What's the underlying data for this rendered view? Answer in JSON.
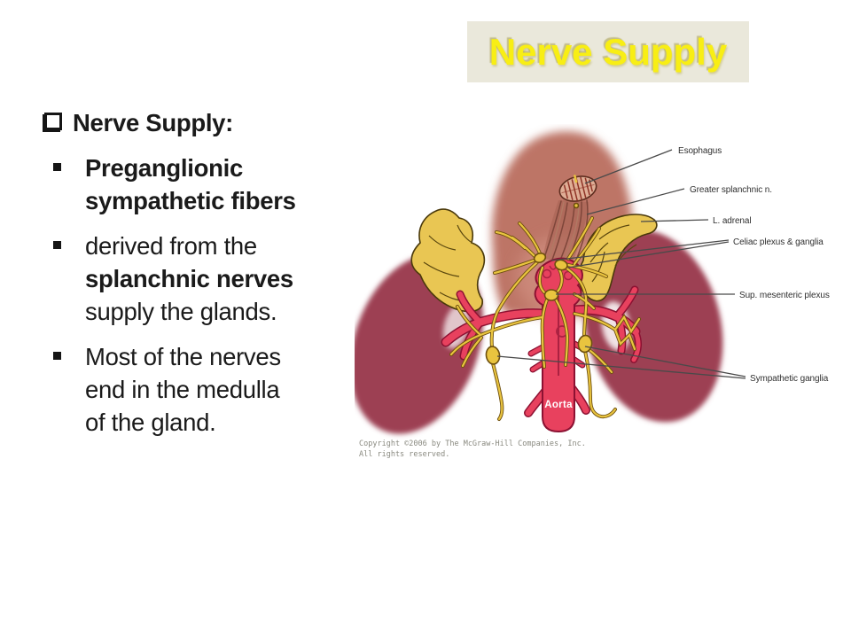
{
  "title": {
    "text": "Nerve Supply"
  },
  "bullets": {
    "item1": "Nerve Supply:",
    "item2": {
      "lines": [
        "Preganglionic",
        "sympathetic fibers"
      ]
    },
    "item3": {
      "line1": "derived from the",
      "line2": "splanchnic nerves",
      "line3": "supply the glands."
    },
    "item4": {
      "lines": [
        "Most of the nerves",
        "end in the medulla",
        "of the gland."
      ]
    }
  },
  "figure": {
    "labels": {
      "esophagus": "Esophagus",
      "greater_splanchnic": "Greater splanchnic n.",
      "l_adrenal": "L. adrenal",
      "celiac_plexus": "Celiac plexus & ganglia",
      "sup_mesenteric": "Sup. mesenteric plexus",
      "sympathetic_ganglia": "Sympathetic ganglia",
      "aorta": "Aorta"
    },
    "copyright": {
      "line1": "Copyright ©2006 by The McGraw-Hill Companies, Inc.",
      "line2": "All rights reserved."
    },
    "colors": {
      "diaphragm": "#bd7466",
      "diaphragm_light": "#cd8a7b",
      "kidney": "#9d4152",
      "adrenal": "#e9c653",
      "vessel": "#e8415e",
      "vessel_outline": "#8c1132",
      "nerve": "#e9c43f",
      "nerve_outline": "#6d4f0e",
      "esophagus": "#dfae96",
      "label_text": "#303030",
      "leader_line": "#4a4a4a",
      "copyright_text": "#8a8a80",
      "aorta_label": "#ffffff"
    }
  },
  "theme": {
    "title_text_color": "#f8ee14",
    "title_box_bg": "#eae8db",
    "body_text_color": "#1a1a1a",
    "slide_bg": "#ffffff"
  }
}
